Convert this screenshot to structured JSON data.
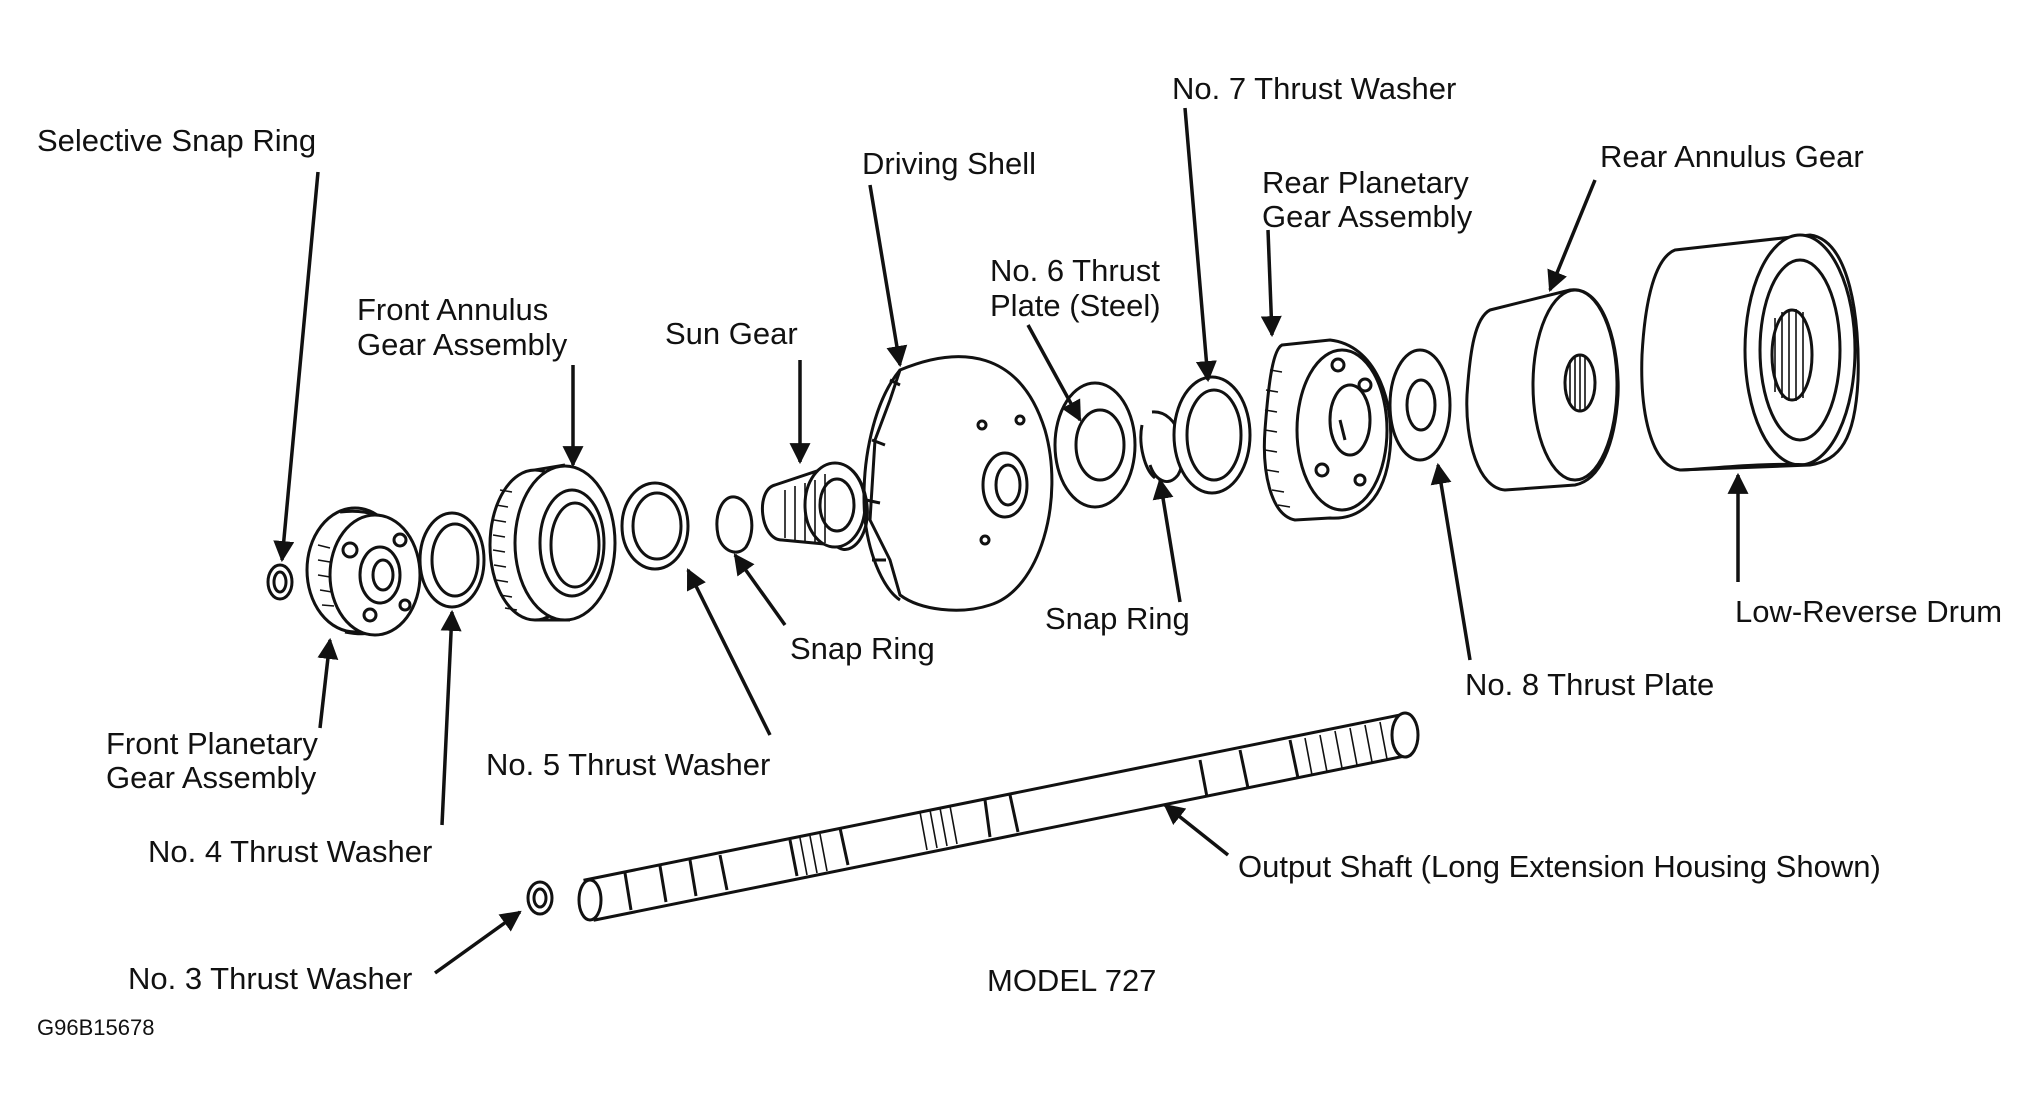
{
  "labels": {
    "selective_snap_ring": "Selective Snap Ring",
    "front_annulus_1": "Front Annulus",
    "front_annulus_2": "Gear Assembly",
    "sun_gear": "Sun Gear",
    "driving_shell": "Driving Shell",
    "no6_1": "No. 6 Thrust",
    "no6_2": "Plate (Steel)",
    "no7": "No. 7 Thrust Washer",
    "rear_planetary_1": "Rear Planetary",
    "rear_planetary_2": "Gear Assembly",
    "rear_annulus": "Rear Annulus Gear",
    "low_reverse": "Low-Reverse Drum",
    "no8": "No. 8 Thrust Plate",
    "snap_ring_a": "Snap Ring",
    "snap_ring_b": "Snap Ring",
    "front_planetary_1": "Front Planetary",
    "front_planetary_2": "Gear Assembly",
    "no5": "No. 5 Thrust Washer",
    "no4": "No. 4 Thrust Washer",
    "output_shaft": "Output Shaft (Long Extension Housing Shown)",
    "no3": "No. 3 Thrust Washer",
    "model": "MODEL 727",
    "figure_id": "G96B15678"
  }
}
